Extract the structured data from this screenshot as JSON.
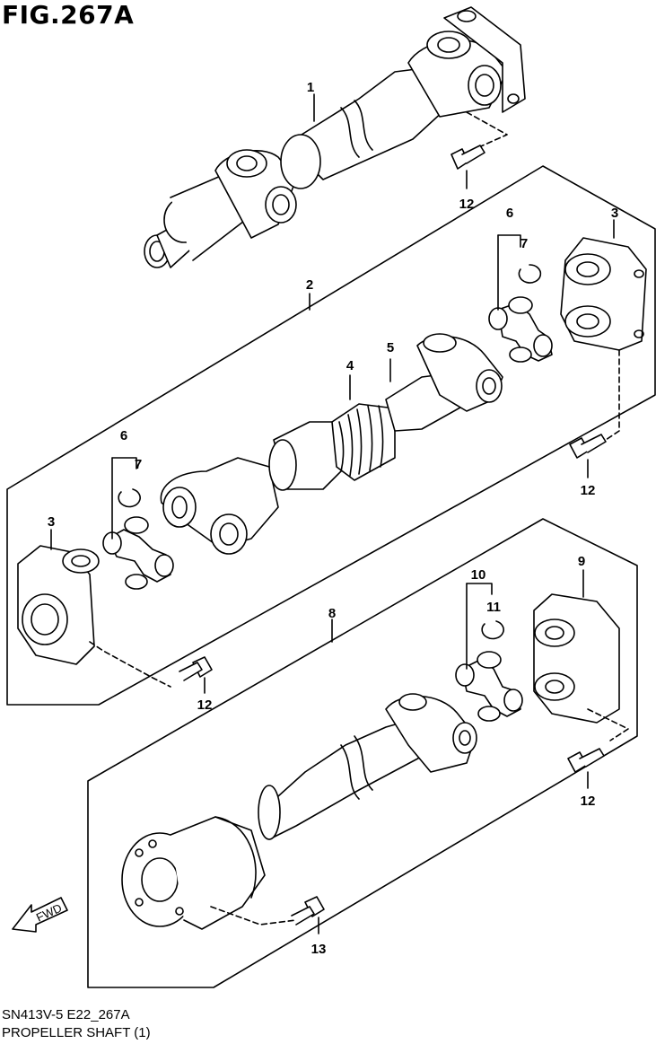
{
  "figure": {
    "title": "FIG.267A",
    "code": "SN413V-5 E22_267A",
    "name": "PROPELLER SHAFT (1)"
  },
  "callouts": [
    {
      "id": "c1",
      "label": "1"
    },
    {
      "id": "c2",
      "label": "2"
    },
    {
      "id": "c3a",
      "label": "3"
    },
    {
      "id": "c3b",
      "label": "3"
    },
    {
      "id": "c4",
      "label": "4"
    },
    {
      "id": "c5",
      "label": "5"
    },
    {
      "id": "c6a",
      "label": "6"
    },
    {
      "id": "c6b",
      "label": "6"
    },
    {
      "id": "c7a",
      "label": "7"
    },
    {
      "id": "c7b",
      "label": "7"
    },
    {
      "id": "c8",
      "label": "8"
    },
    {
      "id": "c9",
      "label": "9"
    },
    {
      "id": "c10",
      "label": "10"
    },
    {
      "id": "c11",
      "label": "11"
    },
    {
      "id": "c12a",
      "label": "12"
    },
    {
      "id": "c12b",
      "label": "12"
    },
    {
      "id": "c12c",
      "label": "12"
    },
    {
      "id": "c12d",
      "label": "12"
    },
    {
      "id": "c13",
      "label": "13"
    }
  ],
  "fwd_label": "FWD",
  "colors": {
    "line": "#000000",
    "fill": "#ffffff"
  }
}
